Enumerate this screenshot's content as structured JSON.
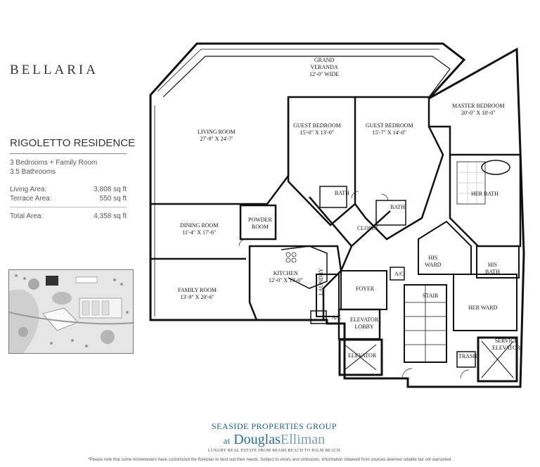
{
  "brand": "BELLARIA",
  "residence": {
    "title": "RIGOLETTO RESIDENCE",
    "bedrooms": "3 Bedrooms + Family Room",
    "bathrooms": "3.5 Bathrooms",
    "living_label": "Living Area:",
    "living_value": "3,808 sq ft",
    "terrace_label": "Terrace Area:",
    "terrace_value": "550 sq ft",
    "total_label": "Total Area:",
    "total_value": "4,358 sq ft"
  },
  "rooms": {
    "grand_veranda": "GRAND\nVERANDA\n12'-0\" WIDE",
    "living": "LIVING ROOM\n27'-9\" X 24'-7'",
    "guest1": "GUEST BEDROOM\n15'-0\" X 13'-0\"",
    "guest2": "GUEST BEDROOM\n15'-7\" X 14'-0\"",
    "master": "MASTER BEDROOM\n20'-0\" X 18'-0\"",
    "dining": "DINING ROOM\n11'-4\" X 17'-6\"",
    "powder": "POWDER\nROOM",
    "bath1": "BATH",
    "bath2": "BATH",
    "closet": "CLOSET",
    "her_bath": "HER BATH",
    "his_ward": "HIS\nWARD",
    "his_bath": "HIS\nBATH",
    "kitchen": "KITCHEN\n12'-0\" X 19'-0\"",
    "family": "FAMILY ROOM\n13'-9\" X 20'-6\"",
    "laundry": "LAUNDRY",
    "ac1": "A/C",
    "ac2": "A/C",
    "foyer": "FOYER",
    "stair": "STAIR",
    "her_ward": "HER WARD",
    "elevator_lobby": "ELEVATOR\nLOBBY",
    "elevator": "ELEVATOR",
    "trash": "TRASH",
    "service_elevator": "SERVICE\nELEVATOR"
  },
  "footer": {
    "line1": "SEASIDE PROPERTIES GROUP",
    "line2_at": "at",
    "line2_name_a": "Douglas",
    "line2_name_b": "Elliman",
    "line3": "LUXURY REAL ESTATE FROM MIAMI BEACH TO PALM BEACH",
    "disclaimer": "*Please note that some homeowners have customized the floorplan to best suit their needs. Subject to errors and omissions. Information obtained from sources deemed reliable but not warranted."
  }
}
